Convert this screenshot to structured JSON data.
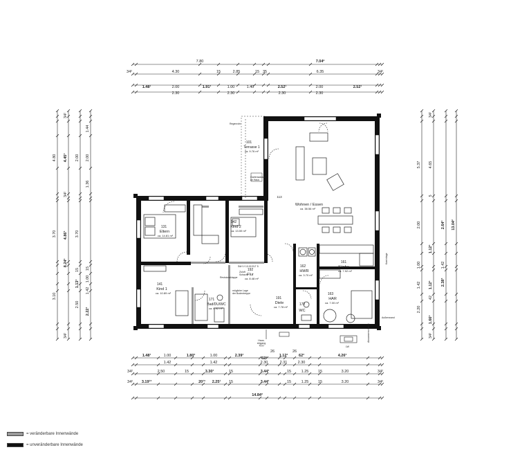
{
  "colors": {
    "wall": "#111111",
    "wall_light": "#9a9a9a",
    "line": "#222222",
    "bg": "#ffffff"
  },
  "dims": {
    "top1": {
      "total_left": "7.80",
      "total_right": "7.04²"
    },
    "top2": {
      "a": "34²",
      "b": "4.30",
      "c": "15",
      "d": "2.85",
      "e": "15",
      "f": "35",
      "g": "6.35",
      "h": "34²"
    },
    "top3": {
      "a": "1.48¹",
      "b": "2.00",
      "c": "1.91³",
      "d": "1.00",
      "e": "1.40",
      "f": "2.52¹",
      "g": "2.00",
      "h": "2.52¹"
    },
    "top4": {
      "a": "2.30",
      "b": "2.30",
      "c": "2.30",
      "d": "2.30"
    },
    "bot1": {
      "a": "1.48¹",
      "b": "1.00",
      "c": "1.80³",
      "d": "1.00",
      "e": "2.39¹",
      "f": "62³",
      "g": "26",
      "h": "1.12³",
      "i": "26",
      "j": "62³",
      "k": "4.26³"
    },
    "bot2": {
      "a": "1.42",
      "b": "1.42",
      "c": "2.30",
      "d": "2.31",
      "e": "2.30"
    },
    "bot3": {
      "a": "34²",
      "b": "2.50",
      "c": "15",
      "d": "3.30¹",
      "e": "15",
      "f": "3.44³",
      "g": "15",
      "h": "1.25",
      "i": "15",
      "j": "3.20",
      "k": "34²"
    },
    "bot4": {
      "a": "34²",
      "b": "3.19¹³",
      "c": "20¹³",
      "d": "2.25¹",
      "e": "15",
      "f": "3.44³",
      "g": "15",
      "h": "1.25",
      "i": "15",
      "j": "3.20",
      "k": "34²"
    },
    "bot_total": "14.84²",
    "left_outer": {
      "a": "4.80",
      "b": "3.70",
      "c": "3.10"
    },
    "left_mid": {
      "a": "34²",
      "b": "4.45³",
      "c": "34²",
      "d": "4.86³",
      "e": "1.13¹",
      "f": "15",
      "g": "2.22¹",
      "h": "34²",
      "total": "8.24²"
    },
    "left_inner": {
      "a": "1.44",
      "b": "2.00",
      "c": "2.00",
      "d": "1.36",
      "e": "3.70",
      "f": "15",
      "g": "1.00",
      "h": "1.42",
      "i": "2.50"
    },
    "right_outer": {
      "a": "5.37",
      "b": "2.00",
      "c": "1.00",
      "d": "1.42",
      "e": "2.20"
    },
    "right_mid": {
      "a": "34²",
      "b": "4.65",
      "c": "5",
      "d": "2.64³",
      "e": "1.12³",
      "f": "1.42",
      "g": "2.38³",
      "h": "1.12³",
      "i": "42",
      "j": "1.66³",
      "k": "34²",
      "total": "13.04²"
    }
  },
  "rooms": {
    "terrasse": {
      "num": "101",
      "name": "Terrasse 1",
      "area": "ca. 9.76 m²"
    },
    "wohnen": {
      "num": "113",
      "name": "Wohnen / Essen",
      "area": "ca. 38.56 m²"
    },
    "eltern": {
      "num": "131",
      "name": "Eltern",
      "area": "ca. 14.81 m²"
    },
    "kind2": {
      "num": "142",
      "name": "Kind 2",
      "area": "ca. 13.59 m²"
    },
    "kind1": {
      "num": "141",
      "name": "Kind 1",
      "area": "ca. 10.89 m²"
    },
    "flur": {
      "num": "192",
      "name": "Flur",
      "area": "ca. 8.48 m²"
    },
    "hwr": {
      "num": "162",
      "name": "HWR",
      "area": "ca. 3.70 m²"
    },
    "kueche": {
      "num": "161",
      "name": "Küche",
      "area": "ca. 7.92 m²"
    },
    "bad": {
      "num": "171",
      "name": "Bad/DU/WC",
      "area": "ca. 6.92 m²"
    },
    "diele": {
      "num": "191",
      "name": "Diele",
      "area": "ca. 7.78 m²"
    },
    "wc": {
      "num": "172",
      "name": "WC",
      "area": ""
    },
    "har": {
      "num": "163",
      "name": "HAR",
      "area": "ca. 7.00 m²"
    }
  },
  "notes": {
    "regen": "Regenrohr",
    "wasser": "Gartenwasser\nan Haus",
    "schacht": "Zuluft\nSchacht",
    "revision": "Revisionsklappe",
    "dachlage": "mögliche Lage\nder Bodentreppe",
    "sch": "SšH V 10.00 ELT 5",
    "haus": "Haus-\neingang\nTDO",
    "aussen": "Außenwand",
    "zeile": "Kaminlage",
    "luft": "LW",
    "abwasser": "Abwasserschacht"
  },
  "legend": {
    "light": "= veränderbare Innenwände",
    "dark": "= unveränderbare Innenwände"
  }
}
